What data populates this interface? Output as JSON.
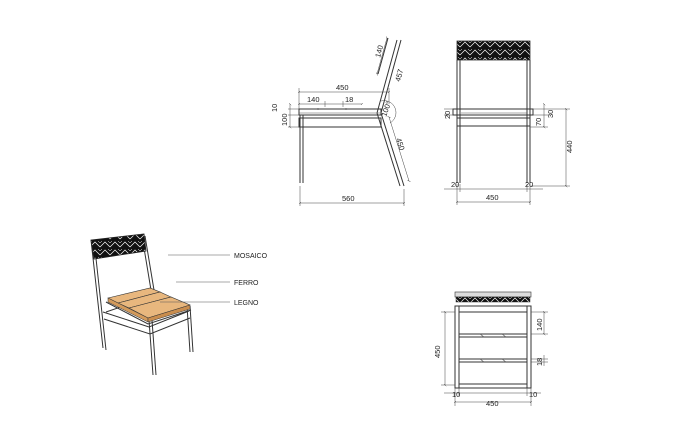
{
  "side_view": {
    "dims": {
      "d140_back": "140",
      "d457": "457",
      "d450_top": "450",
      "d140_seat": "140",
      "d18": "18",
      "d10": "10",
      "d100": "100",
      "angle": "100°",
      "d450_leg": "450",
      "d560": "560"
    }
  },
  "front_view": {
    "dims": {
      "d20_left": "20",
      "d30": "30",
      "d70": "70",
      "d440": "440",
      "d20_bl": "20",
      "d20_br": "20",
      "d450": "450"
    }
  },
  "plan_view": {
    "dims": {
      "d450_h": "450",
      "d140": "140",
      "d18": "18",
      "d10_l": "10",
      "d10_r": "10",
      "d450_w": "450"
    }
  },
  "legend": {
    "items": [
      {
        "label": "MOSAICO"
      },
      {
        "label": "FERRO"
      },
      {
        "label": "LEGNO"
      }
    ]
  },
  "colors": {
    "wood": "#e8b77e",
    "frame": "#333333",
    "mosaic": "#111111"
  }
}
